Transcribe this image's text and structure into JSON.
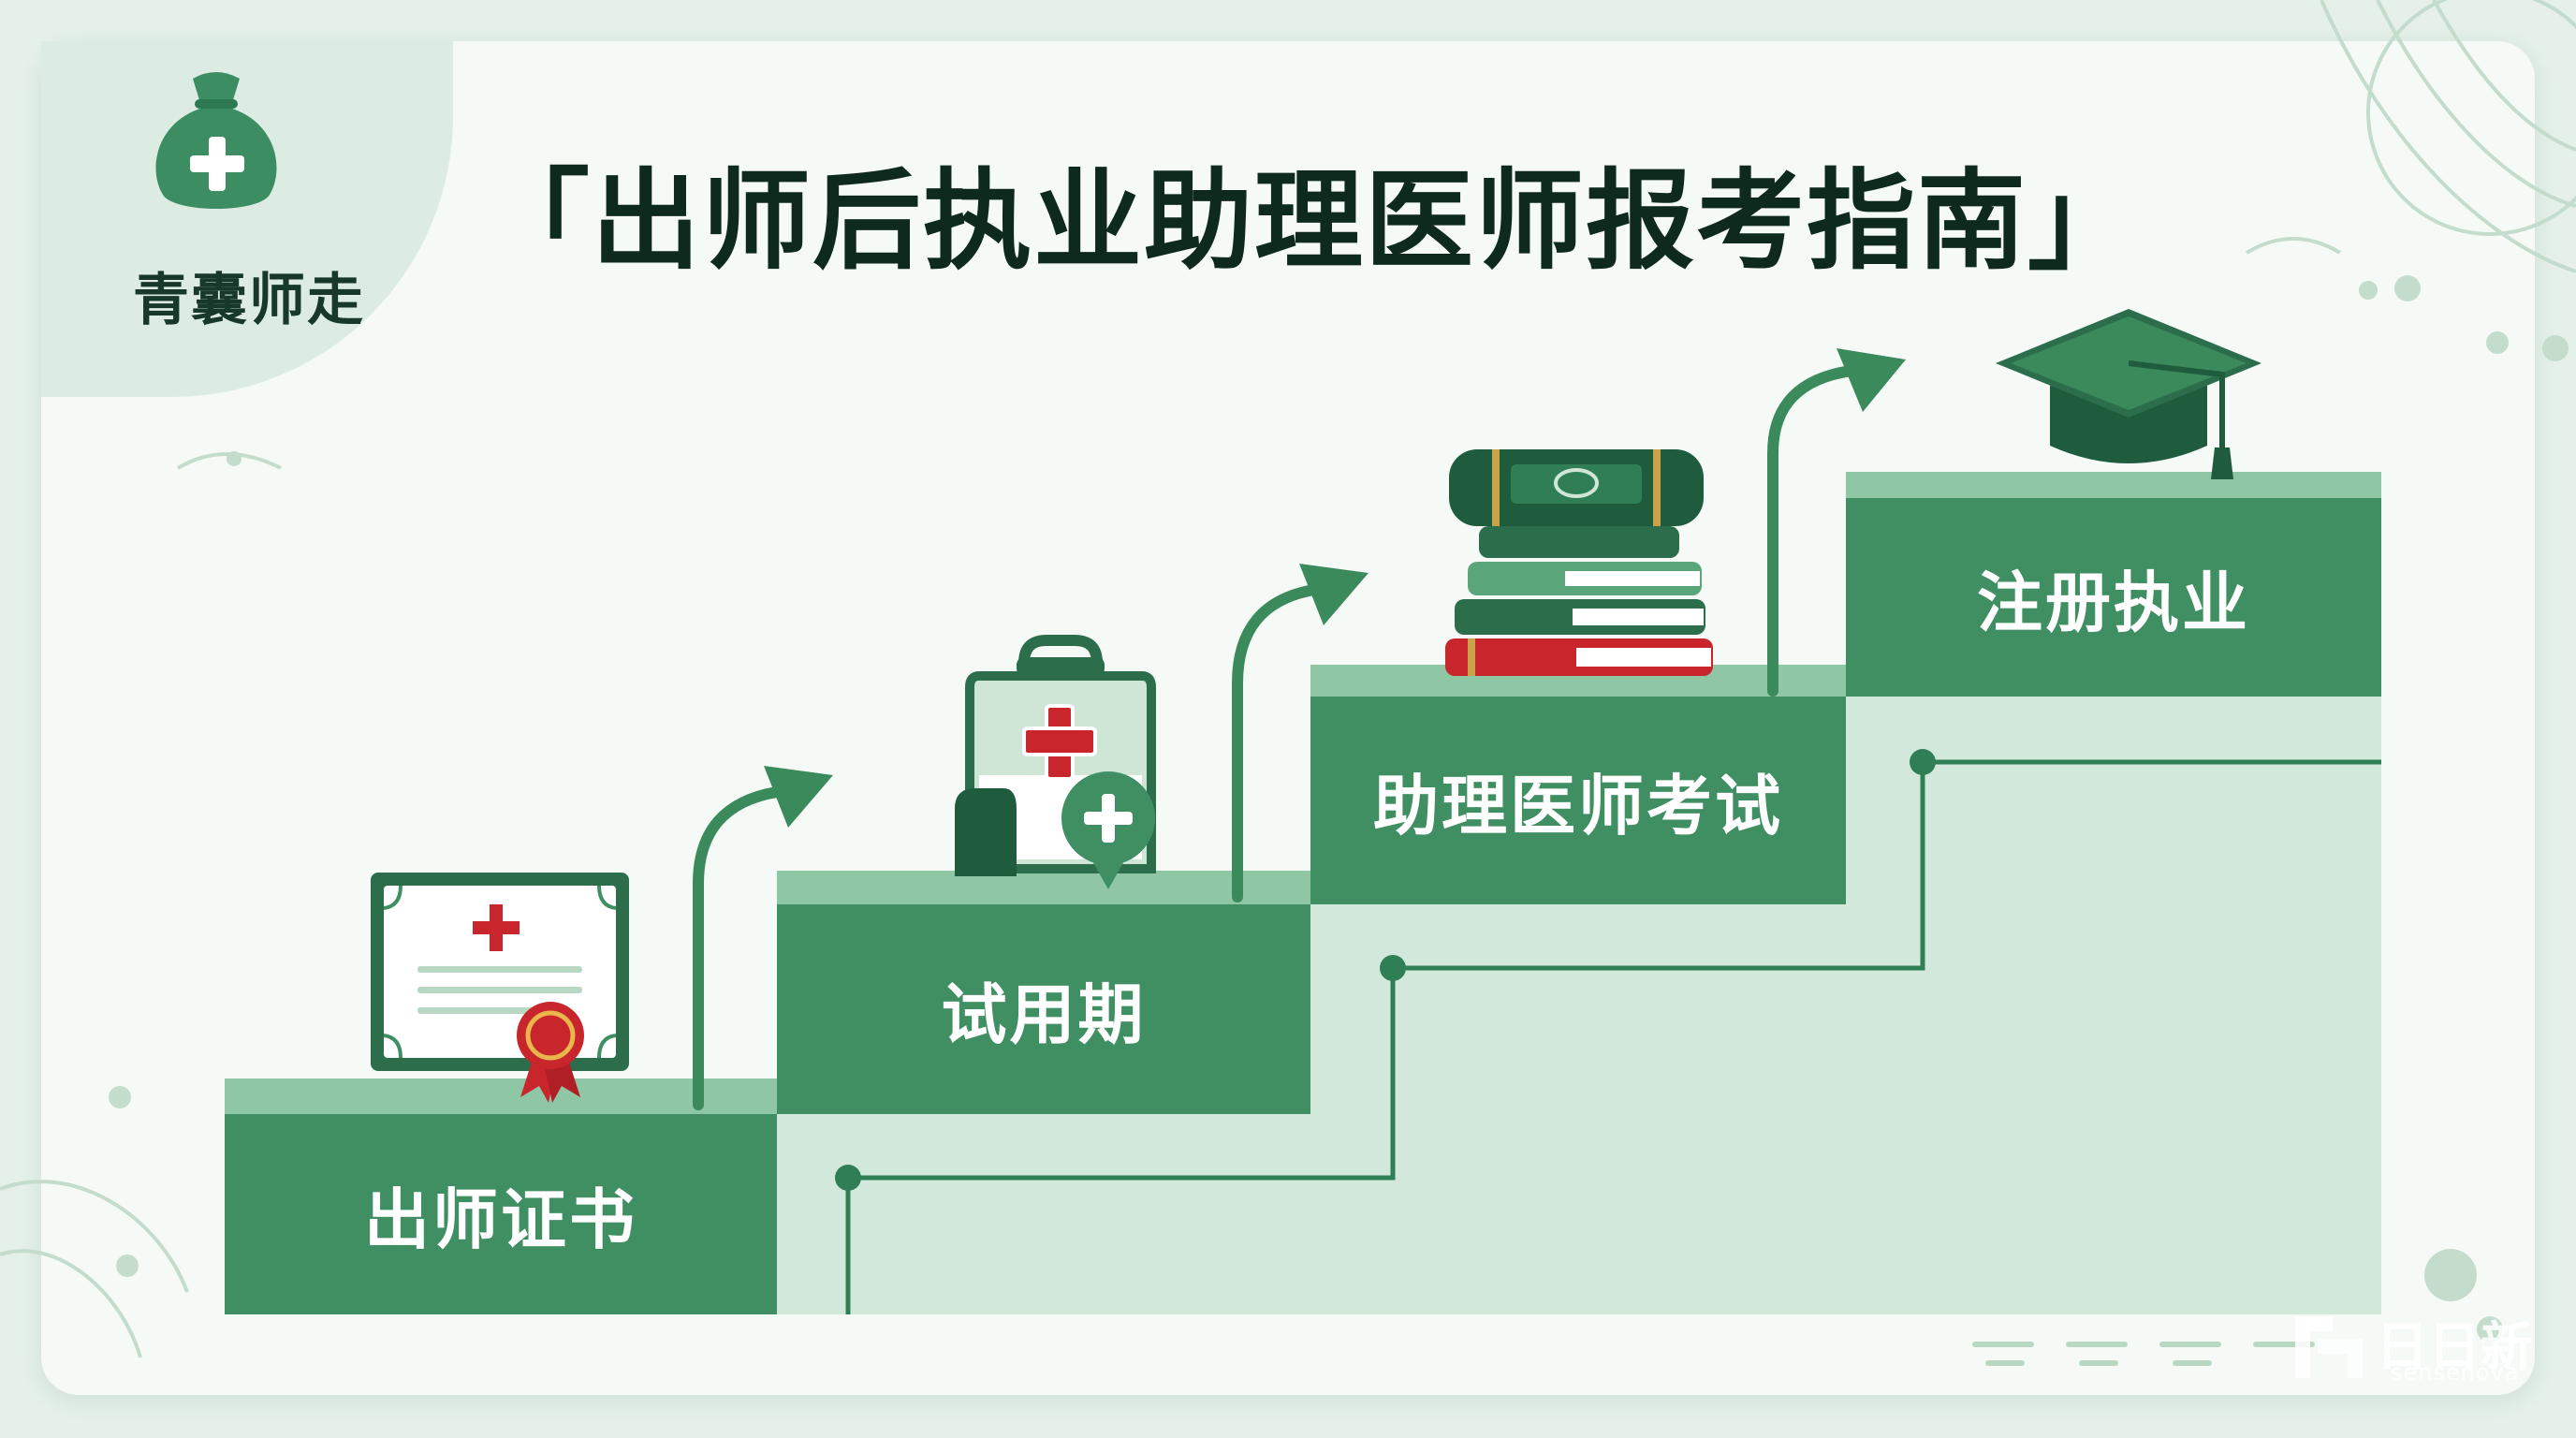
{
  "brand": {
    "name": "青囊师走",
    "icon": "money-bag-cross-icon"
  },
  "title": "「出师后执业助理医师报考指南」",
  "steps": [
    {
      "label": "出师证书",
      "icon": "certificate-icon"
    },
    {
      "label": "试用期",
      "icon": "medical-kit-icon"
    },
    {
      "label": "助理医师考试",
      "icon": "books-icon"
    },
    {
      "label": "注册执业",
      "icon": "graduation-cap-icon"
    }
  ],
  "watermark": {
    "main": "日日新",
    "sub": "sensenova"
  },
  "colors": {
    "background": "#e4f0e8",
    "card": "#f6faf7",
    "step_green": "#3f8f63",
    "step_top": "#8fc6a4",
    "dark_green": "#1f6b46",
    "arrow_green": "#3a8a5c",
    "accent_red": "#c8262c",
    "gold": "#c9a24a",
    "title_text": "#0d2a1c"
  }
}
